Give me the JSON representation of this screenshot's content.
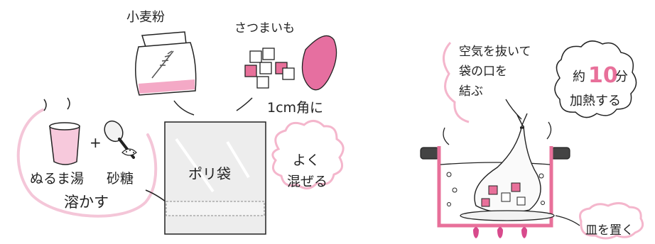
{
  "labels": {
    "flour": "小麦粉",
    "sweet_potato": "さつまいも",
    "cube_size": "1cm角に",
    "warm_water": "ぬるま湯",
    "plus": "+",
    "sugar": "砂糖",
    "dissolve": "溶かす",
    "plastic_bag": "ポリ袋",
    "mix_line1": "よく",
    "mix_line2": "混ぜる",
    "air_line1": "空気を抜いて",
    "air_line2": "袋の口を",
    "air_line3": "結ぶ",
    "heat_prefix": "約",
    "heat_number": "10",
    "heat_unit": "分",
    "heat_line2": "加熱する",
    "plate": "皿を置く"
  },
  "colors": {
    "accent_pink": "#e8709a",
    "light_pink": "#f4c6d8",
    "ink": "#222222",
    "flame": "#d84a8c"
  }
}
